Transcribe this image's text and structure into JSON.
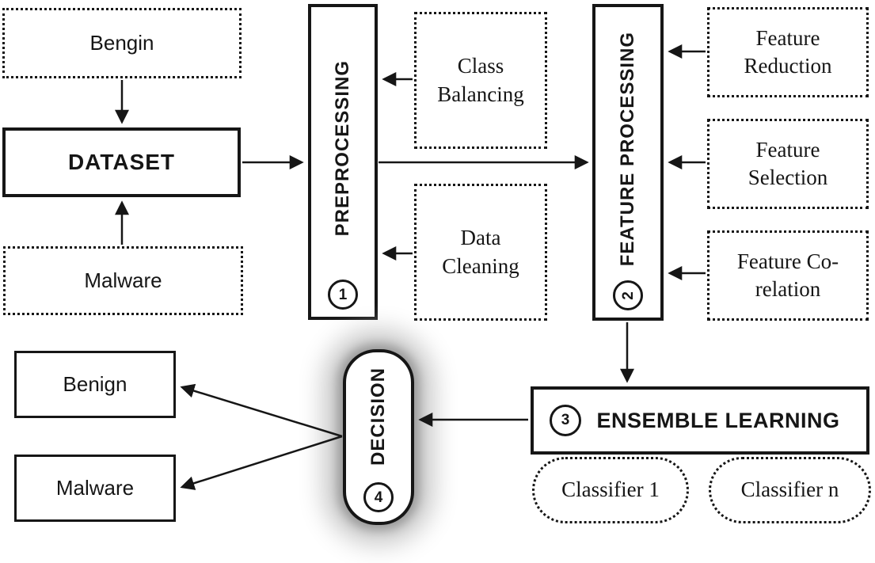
{
  "diagram": {
    "benign_input": {
      "label": "Bengin"
    },
    "dataset": {
      "label": "DATASET"
    },
    "malware_input": {
      "label": "Malware"
    },
    "preprocessing": {
      "label": "PREPROCESSING",
      "step": "1"
    },
    "class_balancing": {
      "line1": "Class",
      "line2": "Balancing"
    },
    "data_cleaning": {
      "line1": "Data",
      "line2": "Cleaning"
    },
    "feature_processing": {
      "label": "FEATURE PROCESSING",
      "step": "2"
    },
    "feature_reduction": {
      "line1": "Feature",
      "line2": "Reduction"
    },
    "feature_selection": {
      "line1": "Feature",
      "line2": "Selection"
    },
    "feature_correlation": {
      "line1": "Feature Co-",
      "line2": "relation"
    },
    "ensemble_learning": {
      "label": "ENSEMBLE LEARNING",
      "step": "3"
    },
    "classifier_1": {
      "label": "Classifier 1"
    },
    "classifier_n": {
      "label": "Classifier n"
    },
    "decision": {
      "label": "DECISION",
      "step": "4"
    },
    "benign_output": {
      "label": "Benign"
    },
    "malware_output": {
      "label": "Malware"
    },
    "colors": {
      "line": "#161616",
      "background": "#ffffff",
      "decision_glow": "#b0b0b0"
    }
  }
}
